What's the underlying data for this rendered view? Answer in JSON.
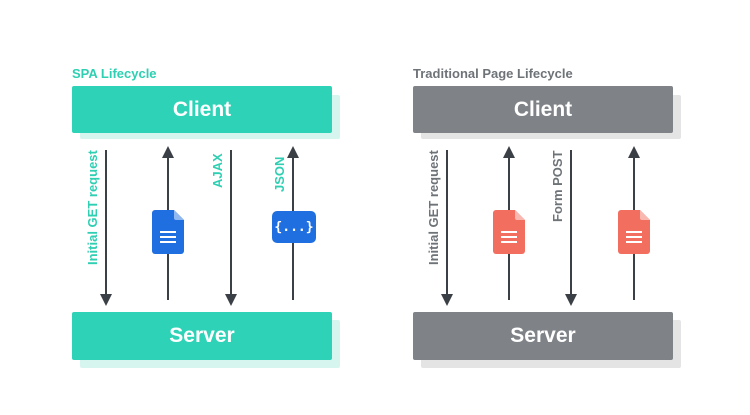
{
  "spa": {
    "title": "SPA Lifecycle",
    "client_label": "Client",
    "server_label": "Server",
    "arrows": {
      "initial_get": "Initial GET request",
      "ajax": "AJAX",
      "json": "JSON"
    },
    "json_badge": "{...}"
  },
  "traditional": {
    "title": "Traditional Page Lifecycle",
    "client_label": "Client",
    "server_label": "Server",
    "arrows": {
      "initial_get": "Initial GET request",
      "form_post": "Form POST"
    }
  },
  "colors": {
    "spa_teal": "#2ed3b7",
    "spa_doc_blue": "#1f6fe0",
    "traditional_gray": "#7f8387",
    "traditional_doc_coral": "#f26f5f",
    "arrow": "#3b4047"
  }
}
